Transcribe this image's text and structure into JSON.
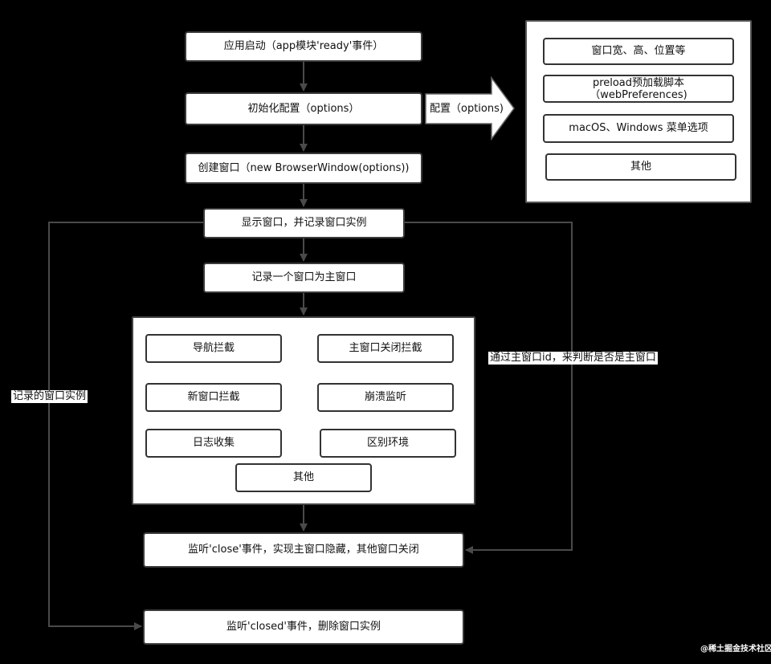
{
  "nodes": {
    "app_start": "应用启动（app模块'ready'事件）",
    "init_config": "初始化配置（options）",
    "create_window": "创建窗口（new BrowserWindow(options))",
    "show_window": "显示窗口，并记录窗口实例",
    "record_main": "记录一个窗口为主窗口",
    "listen_close": "监听'close'事件，实现主窗口隐藏，其他窗口关闭",
    "listen_closed": "监听'closed'事件，删除窗口实例"
  },
  "options_panel": {
    "arrow_label": "配置（options)",
    "items": [
      "窗口宽、高、位置等",
      "preload预加载脚本\n（webPreferences)",
      "macOS、Windows 菜单选项",
      "其他"
    ]
  },
  "feature_panel": {
    "nav_intercept": "导航拦截",
    "main_close_intercept": "主窗口关闭拦截",
    "new_window_intercept": "新窗口拦截",
    "crash_listen": "崩溃监听",
    "log_collect": "日志收集",
    "env_distinguish": "区别环境",
    "other": "其他"
  },
  "edge_labels": {
    "left": "记录的窗口实例",
    "right": "通过主窗口id，来判断是否是主窗口"
  },
  "watermark": "@稀土掘金技术社区"
}
